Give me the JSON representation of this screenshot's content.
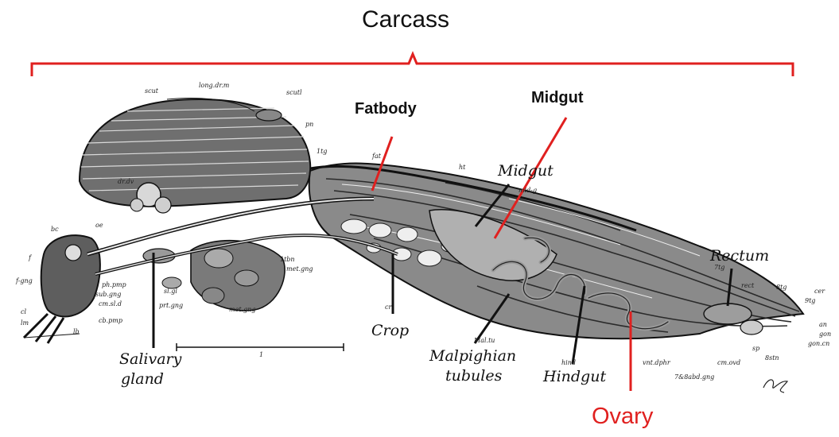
{
  "colors": {
    "accent_red": "#e0201f",
    "ink": "#1a1a1a",
    "paper": "#ffffff"
  },
  "headline": {
    "bracket_label": "Carcass"
  },
  "callouts": {
    "fatbody": "Fatbody",
    "midgut_red": "Midgut",
    "ovary": "Ovary"
  },
  "organ_labels": {
    "midgut": "Midgut",
    "rectum": "Rectum",
    "salivary_line1": "Salivary",
    "salivary_line2": "gland",
    "crop": "Crop",
    "malpighian_line1": "Malpighian",
    "malpighian_line2": "tubules",
    "hindgut": "Hindgut"
  },
  "small_labels": {
    "scut": "scut",
    "long_dr_m": "long.dr.m",
    "scutl": "scutl",
    "pn": "pn",
    "tg1": "1tg",
    "fat": "fat",
    "ht": "ht",
    "mid_g": "mid-g",
    "bc": "bc",
    "oe": "oe",
    "f": "f",
    "f_gng": "f-gng",
    "cl": "cl",
    "lm": "lm",
    "lb": "lb",
    "ph_pmp": "ph.pmp",
    "sub_gng": "sub.gng",
    "cm_sl_d": "cm.sl.d",
    "cb_pmp": "cb.pmp",
    "sl_gl": "sl.gl",
    "prt_gng": "prt.gng",
    "met_gng": "met.gng",
    "met_gng2": "met.gng",
    "tbn": "1tbn",
    "cr": "cr",
    "mal_tu": "Mal.tu",
    "hind": "hind",
    "vnt_dphr": "vnt.dphr",
    "abd_gng": "7&8abd.gng",
    "cm_ovd": "cm.ovd",
    "sp": "sp",
    "tg7": "7tg",
    "rect": "rect",
    "tg8": "8tg",
    "tg9": "9tg",
    "cer": "cer",
    "an": "an",
    "gon": "gon",
    "gon_cn": "gon.cn",
    "tbn8": "8stn",
    "dr_dv": "dr.dv",
    "scale": "1",
    "signature": "R.F."
  }
}
